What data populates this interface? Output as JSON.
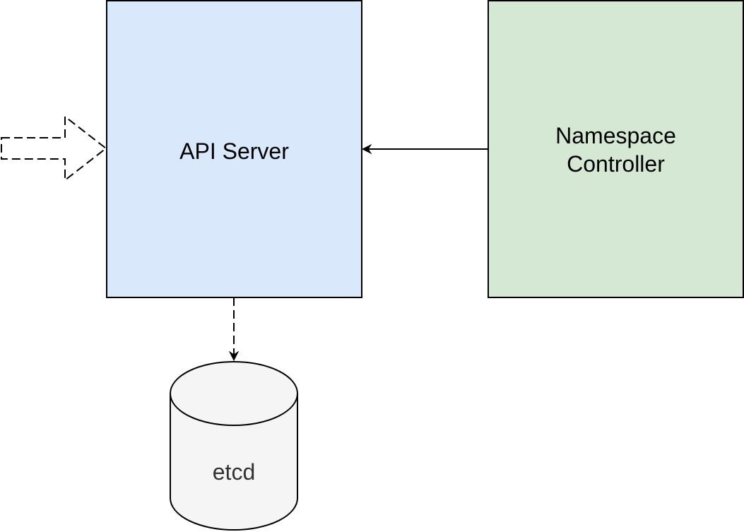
{
  "nodes": {
    "api_server": {
      "label": "API Server",
      "fill": "#dae8fc",
      "stroke": "#000000"
    },
    "namespace_controller": {
      "label": "Namespace\nController",
      "fill": "#d5e8d4",
      "stroke": "#000000"
    },
    "etcd": {
      "label": "etcd",
      "fill": "#f5f5f5",
      "stroke": "#000000",
      "shape": "cylinder"
    }
  },
  "edges": [
    {
      "from": "namespace_controller",
      "to": "api_server",
      "style": "solid"
    },
    {
      "from": "api_server",
      "to": "etcd",
      "style": "dashed"
    },
    {
      "from": "external",
      "to": "api_server",
      "style": "dashed-block-arrow"
    }
  ]
}
